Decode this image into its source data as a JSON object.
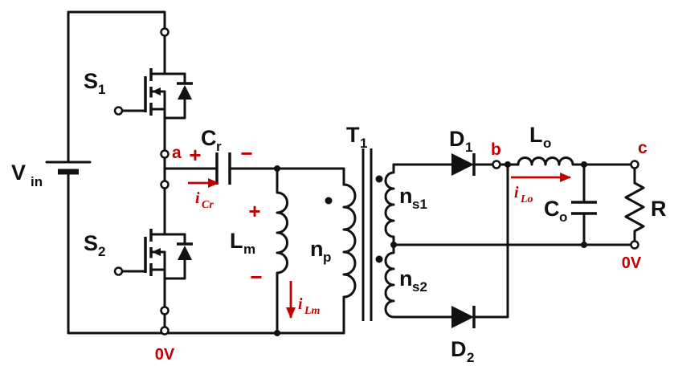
{
  "labels": {
    "vin": {
      "main": "V",
      "sub": "in"
    },
    "s1": {
      "main": "S",
      "sub": "1"
    },
    "s2": {
      "main": "S",
      "sub": "2"
    },
    "cr": {
      "main": "C",
      "sub": "r"
    },
    "lm": {
      "main": "L",
      "sub": "m"
    },
    "np": {
      "main": "n",
      "sub": "p"
    },
    "t1": {
      "main": "T",
      "sub": "1"
    },
    "ns1": {
      "main": "n",
      "sub": "s1"
    },
    "ns2": {
      "main": "n",
      "sub": "s2"
    },
    "d1": {
      "main": "D",
      "sub": "1"
    },
    "d2": {
      "main": "D",
      "sub": "2"
    },
    "lo": {
      "main": "L",
      "sub": "o"
    },
    "co": {
      "main": "C",
      "sub": "o"
    },
    "r": {
      "main": "R"
    }
  },
  "nodes": {
    "a": "a",
    "b": "b",
    "c": "c",
    "gnd_left": "0V",
    "gnd_right": "0V"
  },
  "currents": {
    "icr": {
      "main": "i",
      "sub": "Cr"
    },
    "ilm": {
      "main": "i",
      "sub": "Lm"
    },
    "ilo": {
      "main": "i",
      "sub": "Lo"
    }
  },
  "polarity": {
    "cr_plus": "+",
    "cr_minus": "−",
    "lm_plus": "+",
    "lm_minus": "−"
  },
  "colors": {
    "background": "#ffffff",
    "wire": "#111111",
    "annotation": "#c00000"
  }
}
